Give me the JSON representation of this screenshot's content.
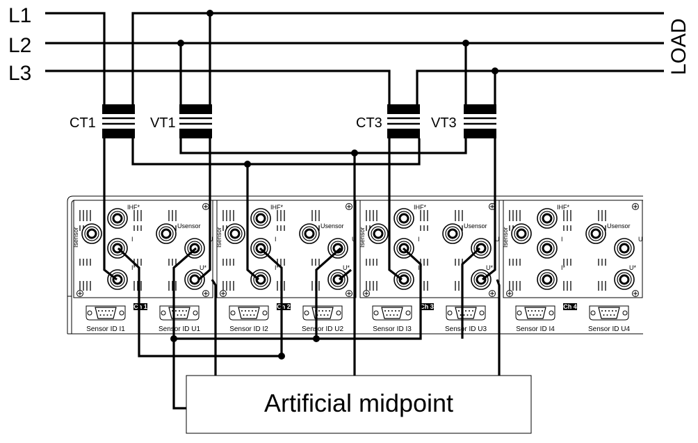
{
  "lines": [
    "L1",
    "L2",
    "L3"
  ],
  "load_label": "LOAD",
  "transformers": [
    "CT1",
    "VT1",
    "CT3",
    "VT3"
  ],
  "midpoint_label": "Artificial midpoint",
  "channels": [
    {
      "badge": "Ch 1",
      "sensor_i": "Sensor ID I1",
      "sensor_u": "Sensor ID U1"
    },
    {
      "badge": "Ch 2",
      "sensor_i": "Sensor ID I2",
      "sensor_u": "Sensor ID U2"
    },
    {
      "badge": "Ch 3",
      "sensor_i": "Sensor ID I3",
      "sensor_u": "Sensor ID U3"
    },
    {
      "badge": "Ch 4",
      "sensor_i": "Sensor ID I4",
      "sensor_u": "Sensor ID U4"
    }
  ],
  "terminals": {
    "ihf": "IHF*",
    "usensor": "Usensor",
    "isensor": "Isensor",
    "i": "I",
    "istar": "I*",
    "u": "U",
    "ustar": "U*"
  }
}
